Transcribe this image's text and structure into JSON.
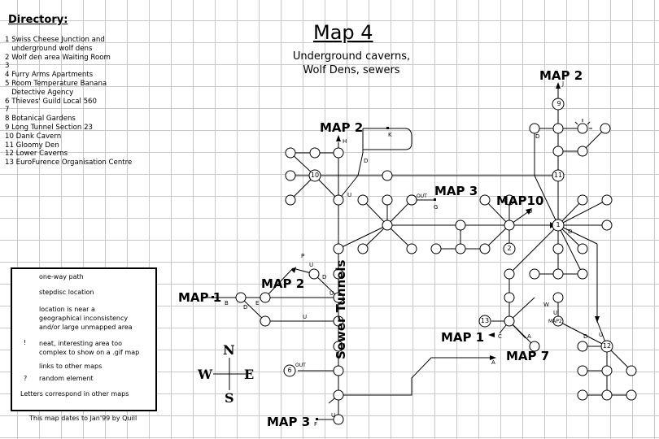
{
  "title": "Map 4",
  "subtitle": [
    "Underground caverns,",
    "Wolf Dens,  sewers"
  ],
  "directory": {
    "heading": "Directory:",
    "items": [
      "1 Swiss Cheese Junction and",
      "   underground wolf dens",
      "2 Wolf den area Waiting Room",
      "3",
      "4 Furry Arms Apartments",
      "5 Room Temperature Banana",
      "   Detective Agency",
      "6 Thieves' Guild Local 560",
      "7",
      "8 Botanical Gardens",
      "9 Long Tunnel Section 23",
      "10 Dank Cavern",
      "11 Gloomy Den",
      "12 Lower Caverns",
      "13 EuroFurence Organisation Centre"
    ]
  },
  "map_links": {
    "map2_top": "MAP 2",
    "map2_left": "MAP 2",
    "map2_mid": "MAP 2",
    "map3_top": "MAP 3",
    "map3_bottom": "MAP 3",
    "map10": "MAP10",
    "map1_left": "MAP 1",
    "map1_right": "MAP 1",
    "map7": "MAP 7"
  },
  "sewer_label": "Sewer Tunnels",
  "node_numbers": {
    "n9": "9",
    "n10": "10",
    "n11": "11",
    "n1": "1",
    "n2": "2",
    "n13": "13",
    "n6": "6",
    "n12": "12"
  },
  "letters": {
    "J": "J",
    "K": "K",
    "H": "H",
    "D": "D",
    "U": "U",
    "G": "G",
    "P": "P",
    "B": "B",
    "E": "E",
    "C": "C",
    "A": "A",
    "W": "W",
    "F": "F"
  },
  "small_tags": {
    "out": "OUT",
    "map2_small": "MAP2"
  },
  "legend": {
    "items": [
      "one-way path",
      "stepdisc location",
      "location is near a\ngeographical inconsistency\nand/or large unmapped area",
      "neat, interesting area too\ncomplex to show on a .gif map",
      "links to other maps",
      "random element",
      "Letters correspond in other maps"
    ],
    "symbols": [
      "!",
      "?"
    ]
  },
  "compass": {
    "n": "N",
    "s": "S",
    "e": "E",
    "w": "W"
  },
  "credit": "This map dates to Jan'99 by Quill"
}
